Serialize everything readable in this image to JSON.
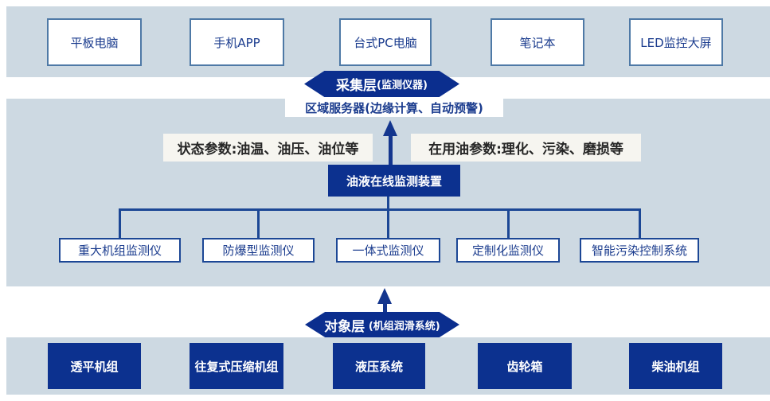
{
  "colors": {
    "band_background": "#cdd9e2",
    "navy_fill": "#0c318f",
    "pill_fill": "#0b2e8e",
    "white_box_text": "#1b3c8e",
    "top_box_border": "#4e79a6",
    "tree_box_border": "#1c4795",
    "label_background": "#f6f5f0",
    "label_text": "#262626",
    "arrow": "#14368e"
  },
  "top_band": {
    "items": [
      "平板电脑",
      "手机APP",
      "台式PC电脑",
      "笔记本",
      "LED监控大屏"
    ]
  },
  "collection_layer": {
    "title": "采集层",
    "subtitle": "(监测仪器)"
  },
  "server_box": {
    "label": "区域服务器(边缘计算、自动预警)"
  },
  "param_labels": {
    "left": "状态参数:油温、油压、油位等",
    "right": "在用油参数:理化、污染、磨损等"
  },
  "device_box": {
    "label": "油液在线监测装置"
  },
  "monitor_row": {
    "items": [
      "重大机组监测仪",
      "防爆型监测仪",
      "一体式监测仪",
      "定制化监测仪",
      "智能污染控制系统"
    ]
  },
  "object_layer": {
    "title": "对象层",
    "subtitle": "(机组润滑系统)"
  },
  "bottom_band": {
    "items": [
      "透平机组",
      "往复式压缩机组",
      "液压系统",
      "齿轮箱",
      "柴油机组"
    ]
  }
}
